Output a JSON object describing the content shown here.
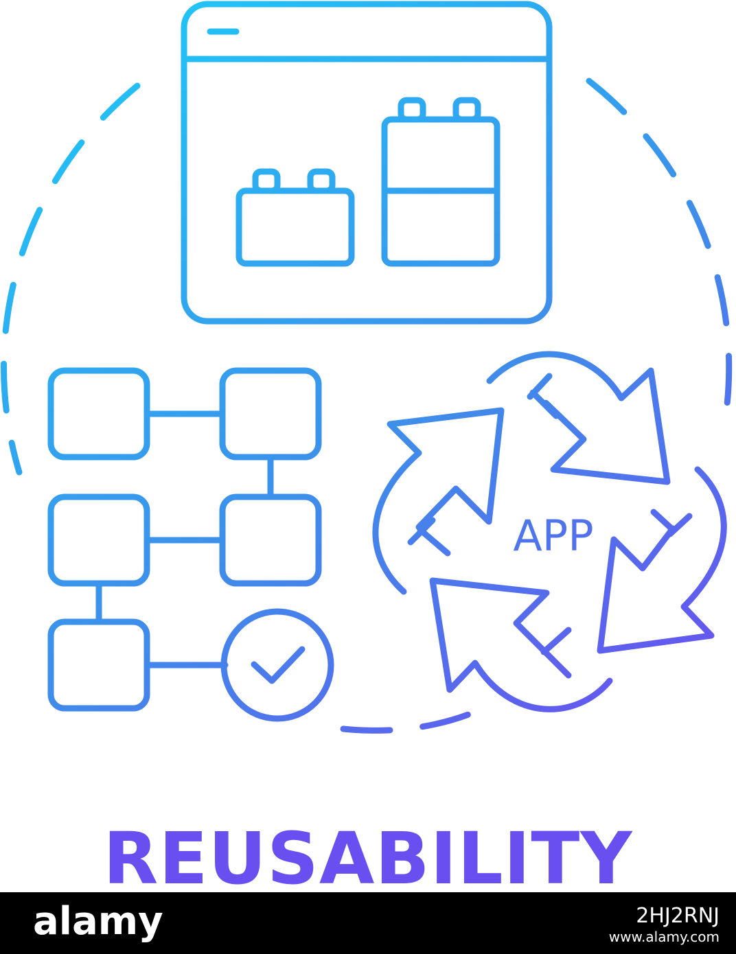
{
  "colors": {
    "gradient_start": "#1ec8f7",
    "gradient_mid": "#3d8fea",
    "gradient_end": "#6a4ff0",
    "footer_bg": "#000000",
    "footer_text": "#ffffff"
  },
  "icon": {
    "app_label": "APP"
  },
  "caption": "REUSABILITY",
  "footer": {
    "brand": "alamy",
    "image_id": "2HJ2RNJ",
    "site": "www.alamy.com"
  }
}
